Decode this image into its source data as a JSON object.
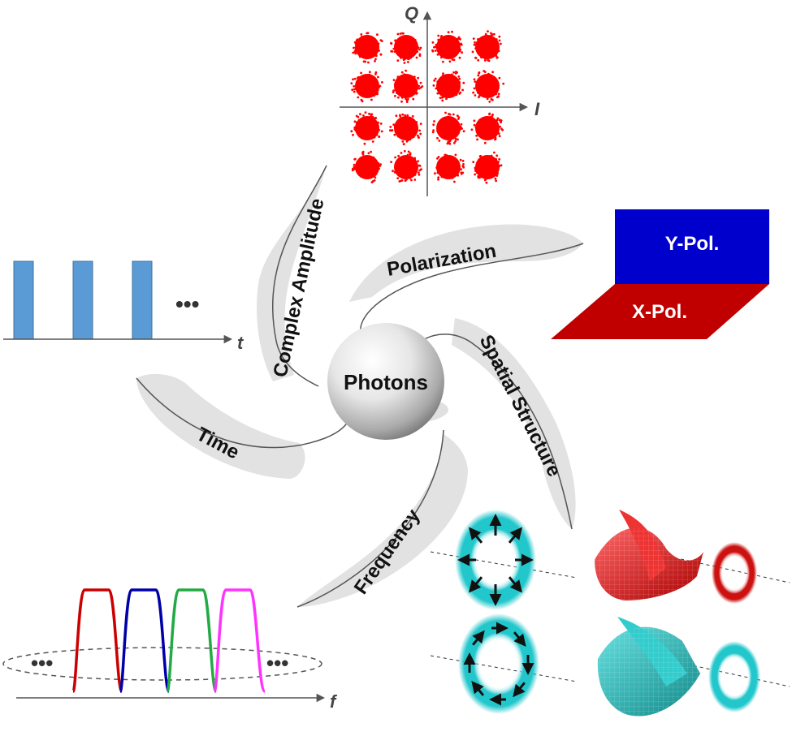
{
  "center": {
    "label": "Photons"
  },
  "arms": {
    "complex_amplitude": "Complex Amplitude",
    "polarization": "Polarization",
    "spatial_structure": "Spatial Structure",
    "frequency": "Frequency",
    "time": "Time"
  },
  "constellation": {
    "q_label": "Q",
    "i_label": "I",
    "dot_color": "#ff0000"
  },
  "time_panel": {
    "axis_label": "t",
    "ellipsis": "•••",
    "pulse_color": "#5b9bd5"
  },
  "polarization_panel": {
    "y_label": "Y-Pol.",
    "x_label": "X-Pol.",
    "y_color": "#0000cc",
    "x_color": "#c00000"
  },
  "frequency_panel": {
    "axis_label": "f",
    "ellipsis_left": "•••",
    "ellipsis_right": "•••",
    "channel_colors": [
      "#cc0000",
      "#0000aa",
      "#22aa44",
      "#ff33ff"
    ]
  },
  "spatial_panel": {
    "ring_color": "#22c7cc",
    "surface_red": "#dd2222",
    "surface_cyan": "#22bbbb"
  },
  "colors": {
    "arm_fill": "#e2e2e2",
    "axis": "#555555"
  }
}
